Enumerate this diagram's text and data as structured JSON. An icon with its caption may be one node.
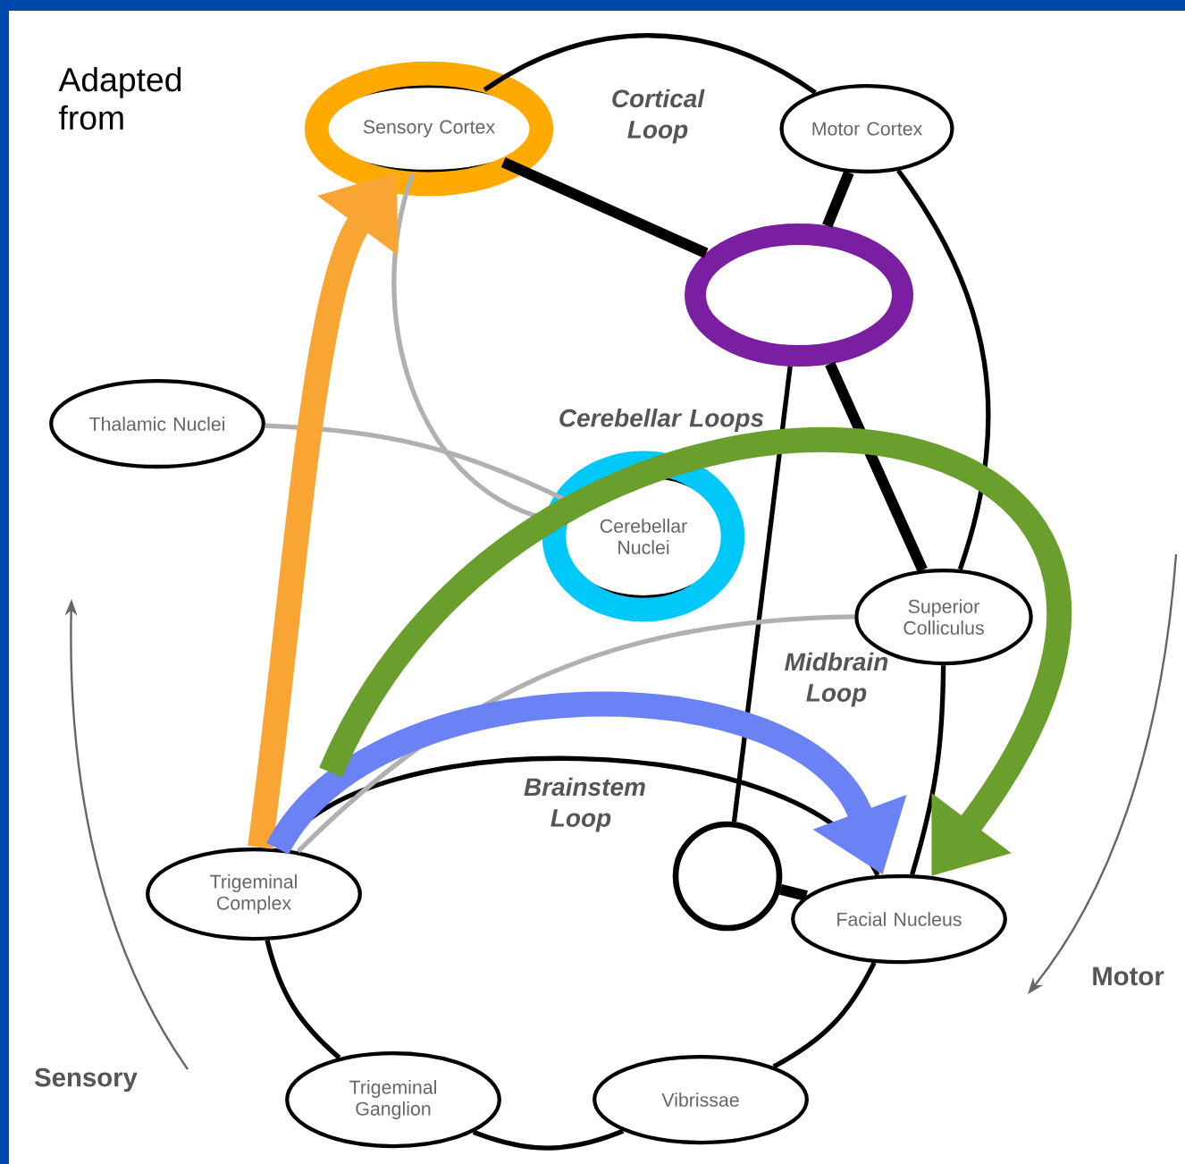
{
  "diagram": {
    "nodes": [
      {
        "text": [
          "Sensory Cortex"
        ]
      },
      {
        "text": [
          "Motor Cortex"
        ]
      },
      {
        "text": [],
        "shape": "circle"
      },
      {
        "text": [
          "Thalamic Nuclei"
        ]
      },
      {
        "text": [
          "Cerebellar Nuclei"
        ]
      },
      {
        "text": [
          "Superior Colliculus"
        ]
      },
      {
        "text": [
          "Trigeminal Complex"
        ]
      },
      {
        "text": [],
        "shape": "circle"
      },
      {
        "text": [
          "Facial Nucleus"
        ]
      },
      {
        "text": [
          "Trigeminal Ganglion"
        ]
      },
      {
        "text": [
          "Vibrissae"
        ]
      }
    ],
    "edges": [
      {
        "from": 0,
        "to": 2,
        "arrow": "none",
        "style": "thick"
      },
      {
        "from": 1,
        "to": 2,
        "arrow": "none",
        "style": "thick"
      },
      {
        "from": 2,
        "to": 5,
        "arrow": "none",
        "style": "thick"
      },
      {
        "from": 2,
        "to": 7,
        "arrow": "none"
      },
      {
        "from": 7,
        "to": 8,
        "arrow": "none",
        "style": "thick"
      },
      {
        "from": 0,
        "to": 1,
        "arrow": "none"
      },
      {
        "from": 1,
        "to": 5,
        "arrow": "none"
      },
      {
        "from": 5,
        "to": 8,
        "arrow": "none"
      },
      {
        "from": 6,
        "to": 8,
        "arrow": "none"
      },
      {
        "from": 6,
        "to": 9,
        "arrow": "none"
      },
      {
        "from": 9,
        "to": 10,
        "arrow": "none"
      },
      {
        "from": 10,
        "to": 8,
        "arrow": "none"
      },
      {
        "from": 3,
        "to": 4,
        "arrow": "none",
        "color": "#b0b0b0"
      },
      {
        "from": 0,
        "to": 4,
        "arrow": "none",
        "color": "#b0b0b0"
      },
      {
        "from": 6,
        "to": 5,
        "arrow": "none",
        "color": "#b0b0b0"
      },
      {
        "from": 6,
        "to": 0,
        "arrow": "to",
        "style": "thick",
        "color": "#f9a533"
      },
      {
        "from": 6,
        "to": 8,
        "arrow": "to",
        "style": "thick",
        "color": "#6b82f5"
      },
      {
        "from": null,
        "to": 8,
        "arrow": "to",
        "style": "thick",
        "color": "#6a9f2e"
      }
    ],
    "labels": [
      "Adapted from",
      "Cortical Loop",
      "Cerebellar Loops",
      "Midbrain Loop",
      "Brainstem Loop",
      "Motor",
      "Sensory"
    ]
  }
}
